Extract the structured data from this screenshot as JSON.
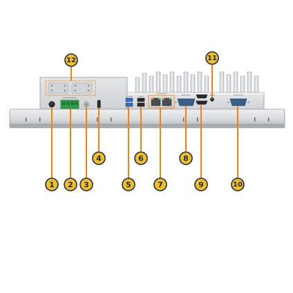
{
  "callouts": [
    {
      "id": "1",
      "label": "1"
    },
    {
      "id": "2",
      "label": "2"
    },
    {
      "id": "3",
      "label": "3"
    },
    {
      "id": "4",
      "label": "4"
    },
    {
      "id": "5",
      "label": "5"
    },
    {
      "id": "6",
      "label": "6"
    },
    {
      "id": "7",
      "label": "7"
    },
    {
      "id": "8",
      "label": "8"
    },
    {
      "id": "9",
      "label": "9"
    },
    {
      "id": "10",
      "label": "10"
    },
    {
      "id": "11",
      "label": "11"
    },
    {
      "id": "12",
      "label": "12"
    }
  ],
  "colors": {
    "callout_fill": "#f3c11a",
    "callout_outline": "#1c2a5c",
    "leader_line": "#f2820c",
    "chassis": "#d9dbdd",
    "bezel": "#dcdedf",
    "terminal_green": "#2e9e4a",
    "usb_blue": "#2f6fc4",
    "db9_blue": "#3a5f86"
  }
}
